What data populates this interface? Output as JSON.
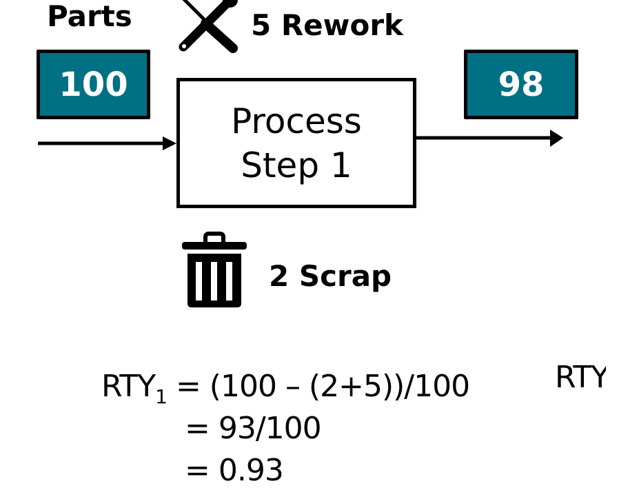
{
  "diagram": {
    "input": {
      "title": "Parts",
      "count": "100"
    },
    "rework": {
      "icon": "wrench-screwdriver-icon",
      "label": "5 Rework"
    },
    "process": {
      "line1": "Process",
      "line2": "Step 1"
    },
    "output": {
      "count": "98"
    },
    "scrap": {
      "icon": "trash-can-icon",
      "label": "2 Scrap"
    },
    "colors": {
      "count_box_fill": "#007085",
      "count_box_text": "#ffffff",
      "stroke": "#000000"
    }
  },
  "formula": {
    "lhs_main": "RTY",
    "lhs_sub": "1",
    "line1_rhs": "= (100 – (2+5))/100",
    "line2": "= 93/100",
    "line3": "= 0.93",
    "right_partial": "RTY"
  }
}
